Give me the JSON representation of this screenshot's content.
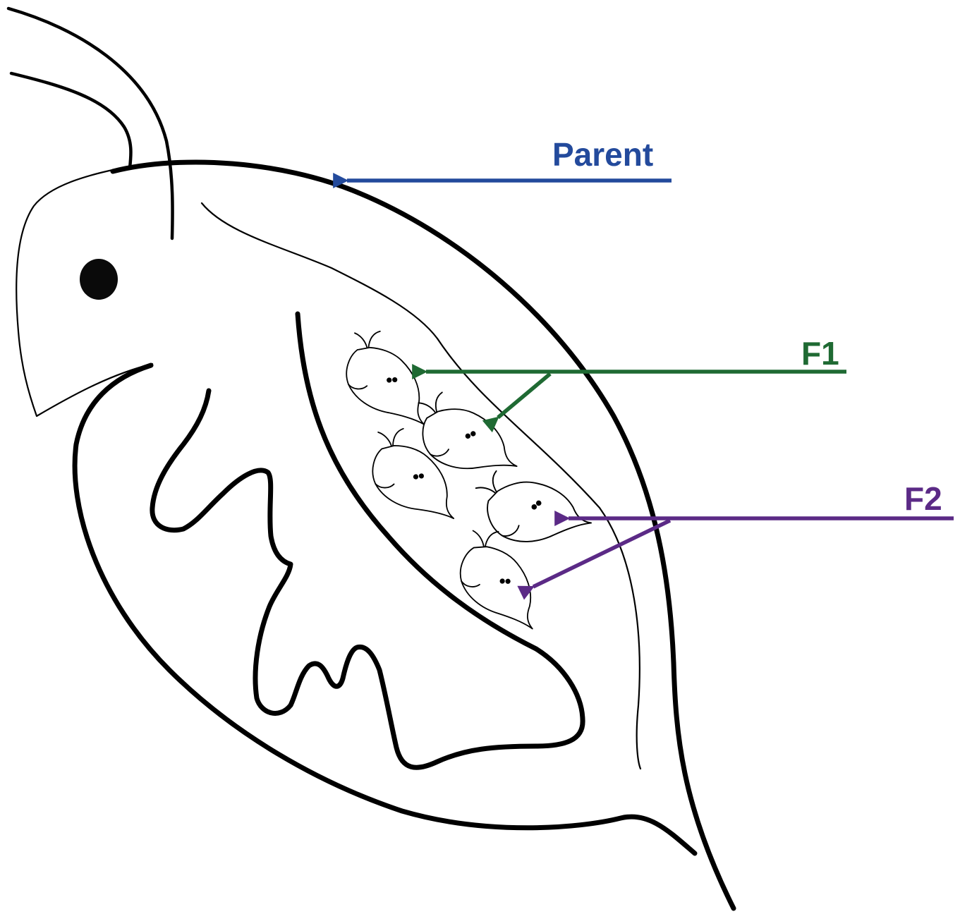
{
  "labels": {
    "parent": "Parent",
    "f1": "F1",
    "f2": "F2"
  },
  "colors": {
    "parent": "#234a9c",
    "f1": "#1f6a33",
    "f2": "#5b2a86",
    "outline": "#000000",
    "background": "#ffffff"
  }
}
